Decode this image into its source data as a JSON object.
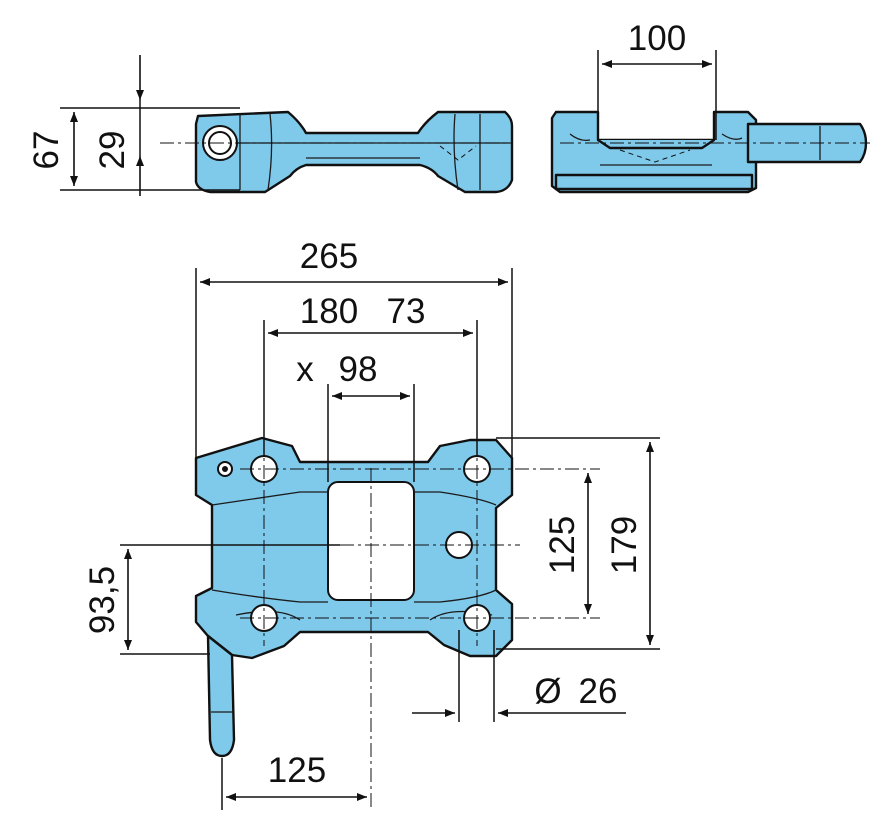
{
  "colors": {
    "part_fill": "#7fc9ea",
    "line": "#111111",
    "background": "#ffffff"
  },
  "dimensions": {
    "height_overall": "67",
    "height_axis": "29",
    "jaw_width": "100",
    "width_overall": "265",
    "hole_spacing": "180",
    "hole_alt_spacing": "73",
    "window_prefix": "x",
    "window_width": "98",
    "hole_vertical": "125",
    "length_overall": "179",
    "offset_vertical": "93,5",
    "hole_diameter_symbol": "Ø",
    "hole_diameter": "26",
    "pin_offset": "125"
  }
}
